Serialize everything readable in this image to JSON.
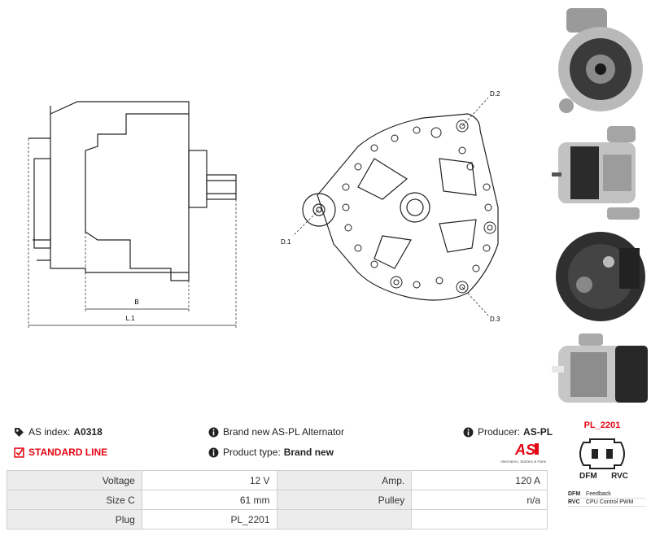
{
  "drawing": {
    "dim_b": "B",
    "dim_l1": "L.1",
    "d1": "D.1",
    "d2": "D.2",
    "d3": "D.3"
  },
  "info": {
    "as_index_label": "AS index:",
    "as_index_value": "A0318",
    "standard_line": "STANDARD LINE",
    "brand_text": "Brand new AS-PL Alternator",
    "product_type_label": "Product type:",
    "product_type_value": "Brand new",
    "producer_label": "Producer:",
    "producer_value": "AS-PL"
  },
  "logo": {
    "mark": "AS",
    "tagline": "Alternators, Starters & Parts"
  },
  "plug": {
    "name": "PL_2201",
    "terminals": [
      "DFM",
      "RVC"
    ],
    "legend": [
      {
        "code": "DFM",
        "desc": "Feedback"
      },
      {
        "code": "RVC",
        "desc": "CPU Control PWM"
      }
    ]
  },
  "specs": [
    {
      "l1": "Voltage",
      "v1": "12 V",
      "l2": "Amp.",
      "v2": "120 A"
    },
    {
      "l1": "Size C",
      "v1": "61 mm",
      "l2": "Pulley",
      "v2": "n/a"
    },
    {
      "l1": "Plug",
      "v1": "PL_2201",
      "l2": "",
      "v2": ""
    }
  ],
  "colors": {
    "accent": "#e30613",
    "label_bg": "#ececec",
    "border": "#cfcfcf"
  }
}
